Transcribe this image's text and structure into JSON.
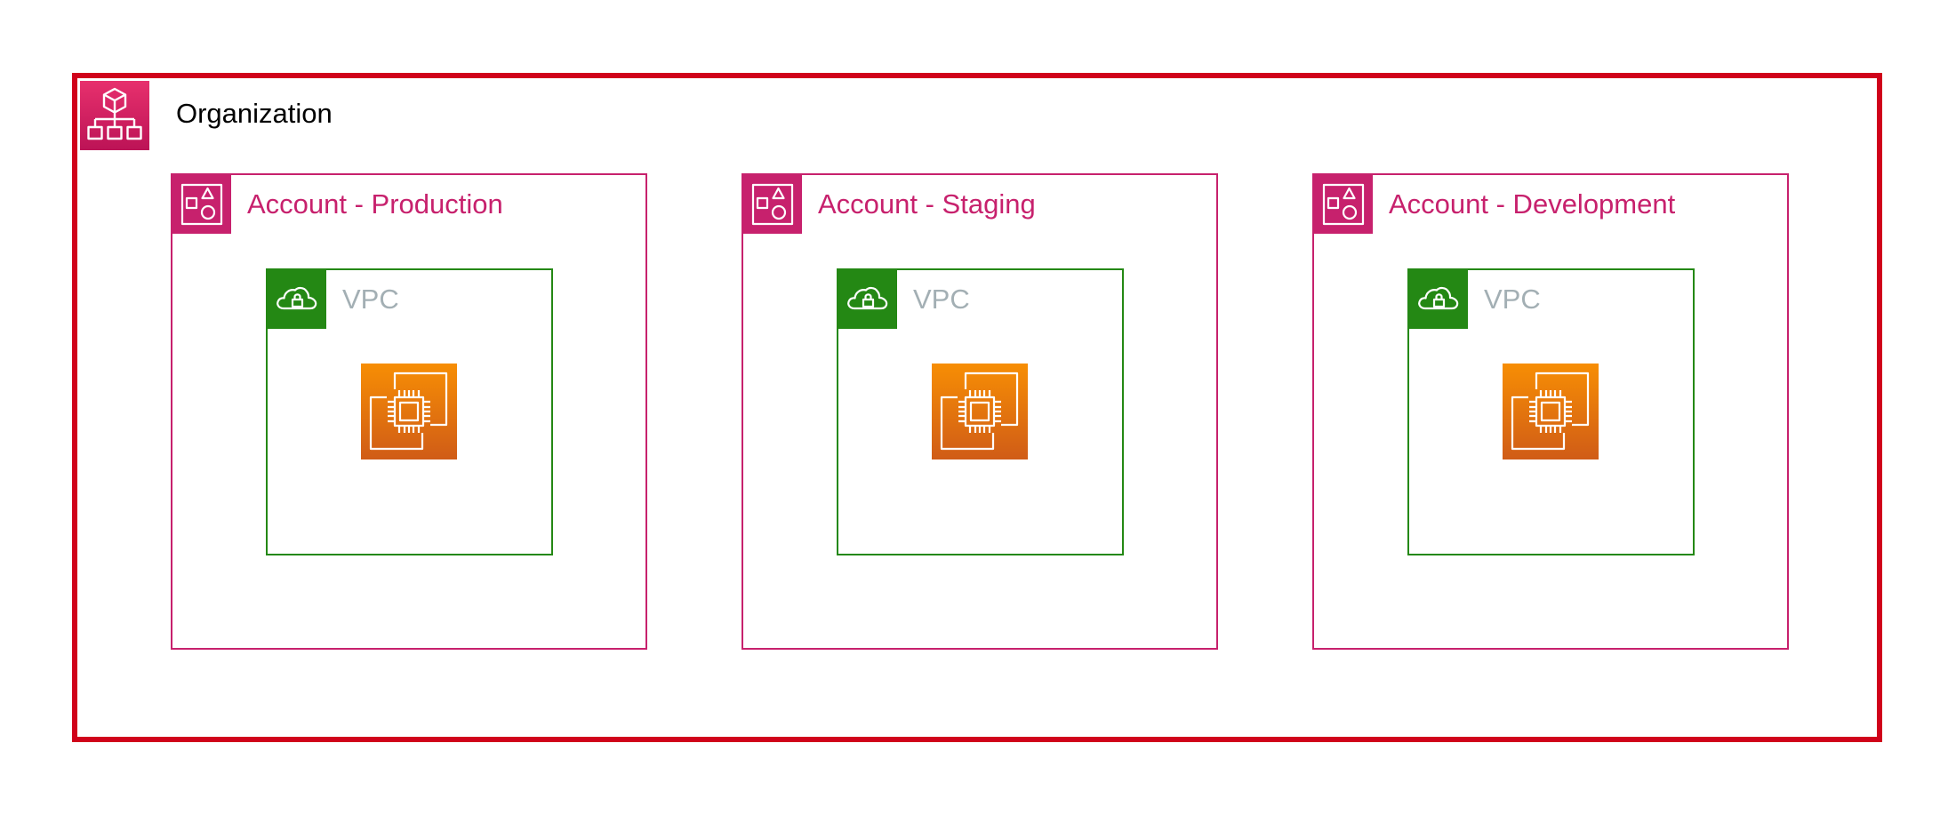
{
  "organization": {
    "title": "Organization",
    "icon": "organizations-icon",
    "border_color": "#d0021b",
    "icon_color": "#e7306d"
  },
  "accounts": [
    {
      "title": "Account - Production",
      "vpc_label": "VPC",
      "instance_icon": "ec2-instance-icon"
    },
    {
      "title": "Account - Staging",
      "vpc_label": "VPC",
      "instance_icon": "ec2-instance-icon"
    },
    {
      "title": "Account - Development",
      "vpc_label": "VPC",
      "instance_icon": "ec2-instance-icon"
    }
  ],
  "colors": {
    "account": "#c7216d",
    "vpc": "#248814",
    "vpc_label": "#a3afb4",
    "ec2_top": "#f78e04",
    "ec2_bottom": "#d05c17"
  }
}
